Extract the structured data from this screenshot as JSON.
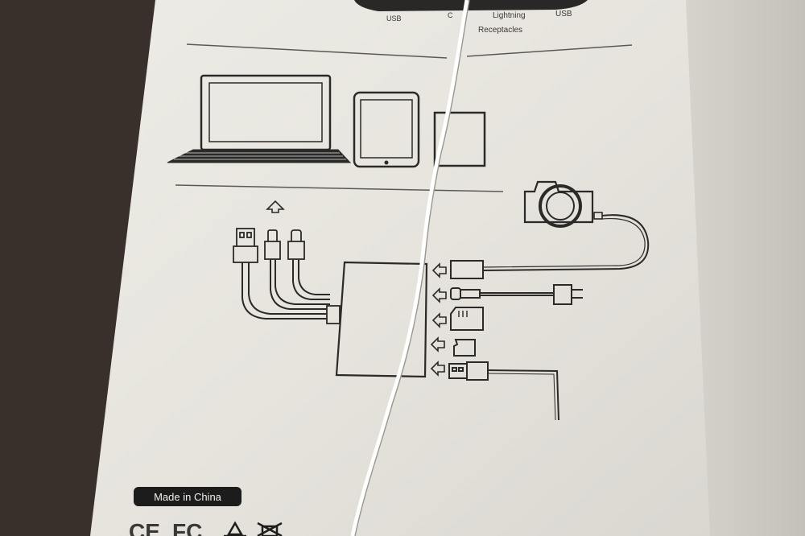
{
  "box_top_labels": {
    "usb": "USB",
    "usb_c": "C",
    "lightning": "Lightning",
    "usb2": "USB",
    "receptacles": "Receptacles"
  },
  "badge": {
    "text": "Made in China"
  },
  "marks": {
    "ce": "CE",
    "fc": "FC",
    "recycle": "recycle-icon",
    "weee": "weee-bin-icon"
  },
  "colors": {
    "paper": "#e9e7e0",
    "line": "#2b2a28",
    "badge": "#1c1c1c",
    "backdrop": "#6b6560"
  }
}
